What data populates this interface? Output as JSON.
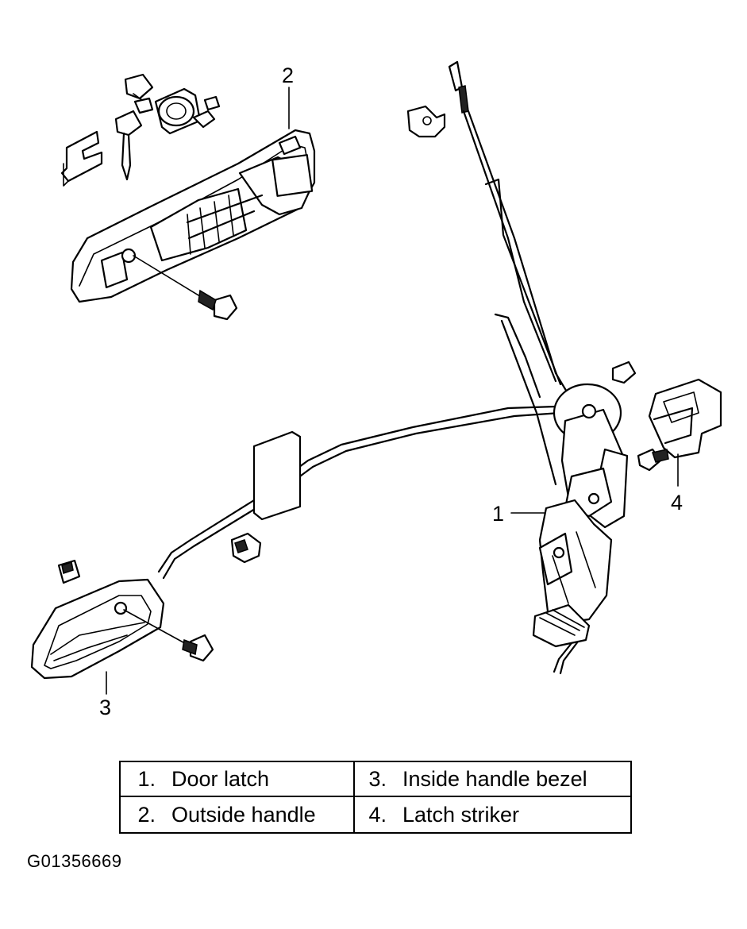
{
  "callouts": [
    {
      "num": "1"
    },
    {
      "num": "2"
    },
    {
      "num": "3"
    },
    {
      "num": "4"
    }
  ],
  "legend": {
    "rows": [
      [
        {
          "num": "1.",
          "label": "Door latch"
        },
        {
          "num": "3.",
          "label": "Inside handle bezel"
        }
      ],
      [
        {
          "num": "2.",
          "label": "Outside handle"
        },
        {
          "num": "4.",
          "label": "Latch striker"
        }
      ]
    ]
  },
  "figure_id": "G01356669"
}
